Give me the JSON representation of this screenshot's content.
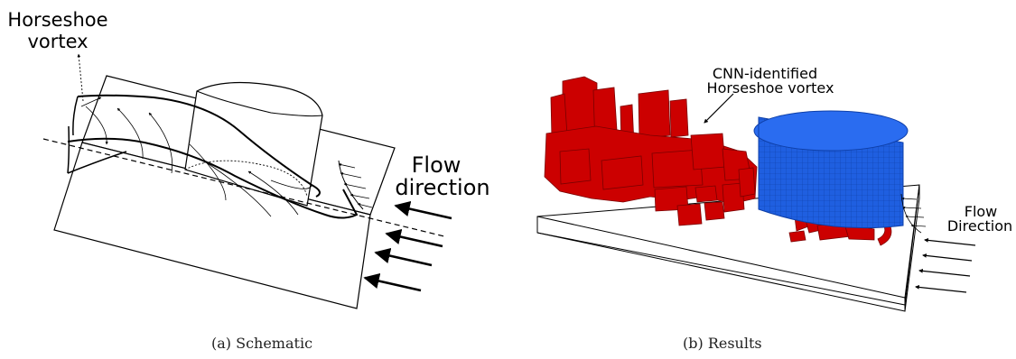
{
  "panel_a": {
    "label_vortex_line1": "Horseshoe",
    "label_vortex_line2": "vortex",
    "label_flow_line1": "Flow",
    "label_flow_line2": "direction",
    "caption": "(a) Schematic"
  },
  "panel_b": {
    "label_cnn_line1": "CNN-identified",
    "label_cnn_line2": "Horseshoe vortex",
    "label_flow_line1": "Flow",
    "label_flow_line2": "Direction",
    "caption": "(b) Results",
    "colors": {
      "vortex": "#cc0000",
      "cylinder": "#1f5fe0"
    }
  }
}
